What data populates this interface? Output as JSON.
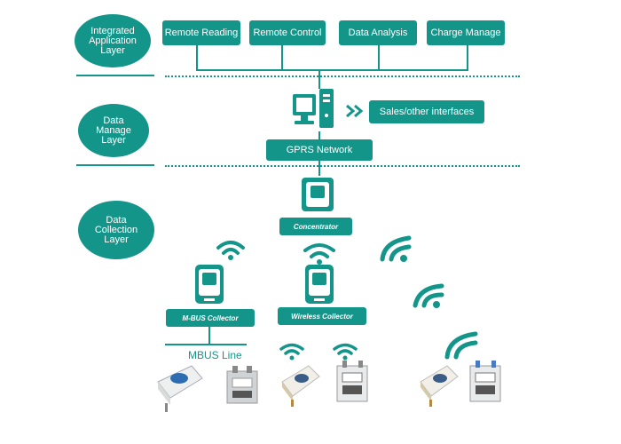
{
  "layers": {
    "application": "Integrated\nApplication\nLayer",
    "manage": "Data\nManage\nLayer",
    "collection": "Data\nCollection\nLayer"
  },
  "application_boxes": [
    "Remote Reading",
    "Remote Control",
    "Data Analysis",
    "Charge Manage"
  ],
  "manage": {
    "sales_label": "Sales/other interfaces",
    "gprs_label": "GPRS Network"
  },
  "collection": {
    "concentrator_label": "Concentrator",
    "mbus_collector_label": "M-BUS Collector",
    "wireless_collector_label": "Wireless Collector",
    "mbus_line_label": "MBUS Line"
  },
  "colors": {
    "accent": "#13958a"
  }
}
